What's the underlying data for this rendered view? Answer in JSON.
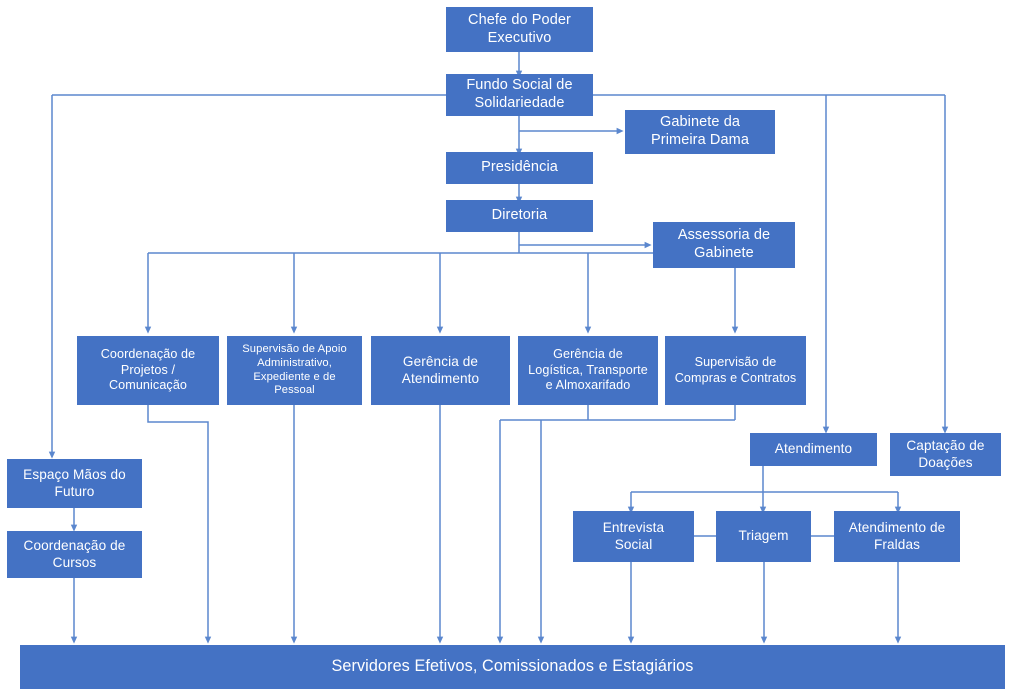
{
  "diagram": {
    "title": "Organograma do Fundo Social de Solidariedade",
    "type": "org-chart",
    "colors": {
      "node_fill": "#4472C4",
      "node_text": "#FFFFFF",
      "connector": "#4472C4",
      "connector_light": "#5B87CE",
      "background": "#FFFFFF"
    },
    "nodes": [
      {
        "id": "chefe",
        "label": "Chefe do Poder\nExecutivo"
      },
      {
        "id": "fundo",
        "label": "Fundo Social de\nSolidariedade"
      },
      {
        "id": "gabinete",
        "label": "Gabinete da\nPrimeira Dama"
      },
      {
        "id": "presidencia",
        "label": "Presidência"
      },
      {
        "id": "diretoria",
        "label": "Diretoria"
      },
      {
        "id": "assessoria",
        "label": "Assessoria de\nGabinete"
      },
      {
        "id": "coord_proj",
        "label": "Coordenação de\nProjetos /\nComunicação"
      },
      {
        "id": "sup_apoio",
        "label": "Supervisão de Apoio\nAdministrativo,\nExpediente e de\nPessoal"
      },
      {
        "id": "ger_atend",
        "label": "Gerência de\nAtendimento"
      },
      {
        "id": "ger_log",
        "label": "Gerência de\nLogística, Transporte\ne Almoxarifado"
      },
      {
        "id": "sup_compras",
        "label": "Supervisão de\nCompras e Contratos"
      },
      {
        "id": "atendimento",
        "label": "Atendimento"
      },
      {
        "id": "captacao",
        "label": "Captação de\nDoações"
      },
      {
        "id": "espaco",
        "label": "Espaço Mãos do\nFuturo"
      },
      {
        "id": "coord_cursos",
        "label": "Coordenação de\nCursos"
      },
      {
        "id": "entrevista",
        "label": "Entrevista\nSocial"
      },
      {
        "id": "triagem",
        "label": "Triagem"
      },
      {
        "id": "fraldas",
        "label": "Atendimento de\nFraldas"
      },
      {
        "id": "servidores",
        "label": "Servidores Efetivos, Comissionados e Estagiários"
      }
    ],
    "edges": [
      {
        "from": "chefe",
        "to": "fundo"
      },
      {
        "from": "fundo",
        "to": "gabinete"
      },
      {
        "from": "fundo",
        "to": "presidencia"
      },
      {
        "from": "presidencia",
        "to": "diretoria"
      },
      {
        "from": "diretoria",
        "to": "assessoria"
      },
      {
        "from": "diretoria",
        "to": "coord_proj"
      },
      {
        "from": "diretoria",
        "to": "sup_apoio"
      },
      {
        "from": "diretoria",
        "to": "ger_atend"
      },
      {
        "from": "diretoria",
        "to": "ger_log"
      },
      {
        "from": "diretoria",
        "to": "sup_compras"
      },
      {
        "from": "fundo",
        "to": "atendimento"
      },
      {
        "from": "fundo",
        "to": "captacao"
      },
      {
        "from": "fundo",
        "to": "espaco"
      },
      {
        "from": "espaco",
        "to": "coord_cursos"
      },
      {
        "from": "atendimento",
        "to": "entrevista"
      },
      {
        "from": "atendimento",
        "to": "triagem"
      },
      {
        "from": "atendimento",
        "to": "fraldas"
      },
      {
        "from": "entrevista",
        "to": "triagem"
      },
      {
        "from": "triagem",
        "to": "fraldas"
      },
      {
        "from": "coord_cursos",
        "to": "servidores"
      },
      {
        "from": "coord_proj",
        "to": "servidores"
      },
      {
        "from": "sup_apoio",
        "to": "servidores"
      },
      {
        "from": "ger_atend",
        "to": "servidores"
      },
      {
        "from": "ger_log",
        "to": "servidores"
      },
      {
        "from": "sup_compras",
        "to": "servidores"
      },
      {
        "from": "entrevista",
        "to": "servidores"
      },
      {
        "from": "triagem",
        "to": "servidores"
      },
      {
        "from": "fraldas",
        "to": "servidores"
      },
      {
        "from": "captacao",
        "to": "servidores"
      }
    ]
  }
}
